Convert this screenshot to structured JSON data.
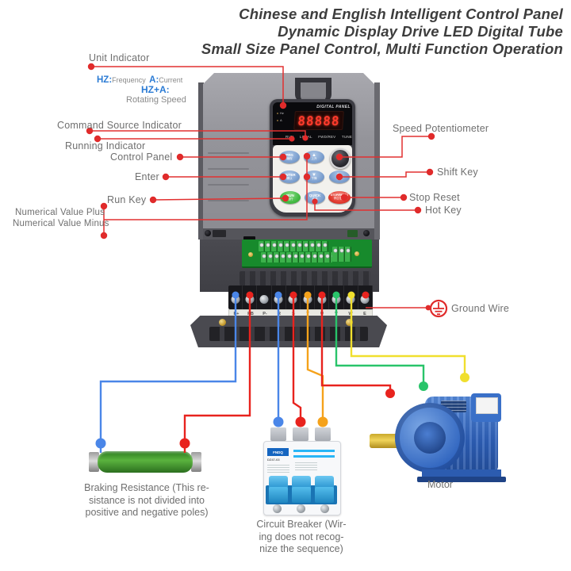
{
  "title": {
    "lines": [
      "Chinese and English Intelligent Control Panel",
      "Dynamic Display Drive LED Digital Tube",
      "Small Size Panel Control, Multi Function Operation"
    ]
  },
  "legend": {
    "hz": "HZ:",
    "hz_desc": "Frequency",
    "a": "A:",
    "a_desc": "Current",
    "hza": "HZ+A:",
    "hza_desc": "Rotating Speed"
  },
  "callouts": {
    "unit_indicator": "Unit Indicator",
    "command_source": "Command Source Indicator",
    "running_indicator": "Running Indicator",
    "control_panel": "Control Panel",
    "enter": "Enter",
    "run_key": "Run Key",
    "value_plus": "Numerical Value Plus",
    "value_minus": "Numerical Value Minus",
    "speed_pot": "Speed Potentiometer",
    "shift_key": "Shift Key",
    "stop_reset": "Stop Reset",
    "hot_key": "Hot Key",
    "ground_wire": "Ground Wire"
  },
  "device": {
    "panel_title": "DIGITAL PANEL",
    "display_value": "88888",
    "side_indicators": [
      "Hz",
      "A"
    ],
    "status_leds": [
      "RUN",
      "LOCAL",
      "FWD/REV",
      "TUNE"
    ],
    "buttons": {
      "prg": {
        "en": "PRG",
        "cn": "编程"
      },
      "up": {
        "en": "▲",
        "cn": "上升"
      },
      "enter": {
        "en": "ENTER",
        "cn": "确认"
      },
      "down": {
        "en": "▼",
        "cn": "下降"
      },
      "shift": {
        "en": "▶",
        "cn": "移位"
      },
      "run": {
        "en": "RUN",
        "cn": "运行"
      },
      "quick": {
        "en": "QUICK",
        "cn": "菜单"
      },
      "stop": {
        "en": "STOP/RESET",
        "cn": "停止/复位"
      }
    },
    "terminals": [
      "P+",
      "PB",
      "P-",
      "R",
      "S",
      "T",
      "U",
      "V",
      "W",
      "E"
    ]
  },
  "breaker": {
    "brand": "FNDQ",
    "model": "DZ47-63"
  },
  "captions": {
    "braking": [
      "Braking Resistance (This re-",
      "sistance is not divided into",
      "positive and negative poles)"
    ],
    "breaker": [
      "Circuit Breaker (Wir-",
      "ing does not recog-",
      "nize the sequence)"
    ],
    "motor": "Motor"
  },
  "colors": {
    "callout_red": "#e02b2b",
    "label_gray": "#6f6f6f",
    "legend_blue": "#2b7bd4",
    "wire_blue": "#4a86e8",
    "wire_red": "#e8231e",
    "wire_orange": "#f5a21b",
    "wire_green": "#29c46a",
    "wire_yellow": "#f0df2e",
    "led_red": "#ff3b2c"
  }
}
